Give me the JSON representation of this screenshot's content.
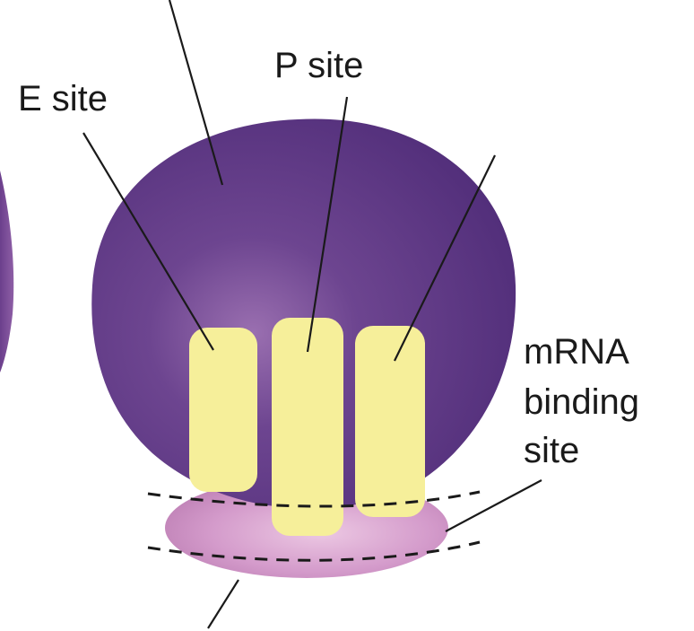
{
  "labels": {
    "e_site": "E site",
    "p_site": "P site",
    "mrna_line1": "mRNA",
    "mrna_line2": "binding",
    "mrna_line3": "site"
  },
  "colors": {
    "large_subunit": "#5a3481",
    "large_subunit_highlight": "#9a6fb0",
    "small_subunit": "#c98ac0",
    "small_subunit_highlight": "#e9c2e0",
    "site_fill": "#f6ef9a",
    "left_partial_subunit": "#8a5aa3",
    "line": "#1a1a1a"
  }
}
